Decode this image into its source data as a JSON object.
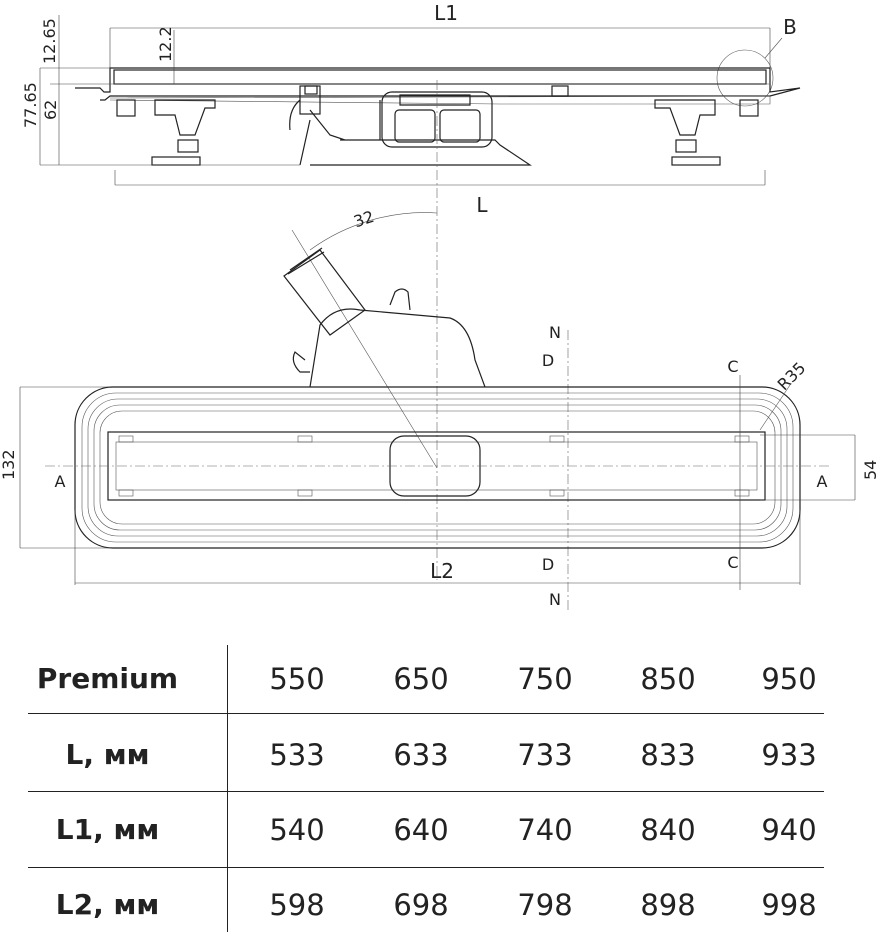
{
  "drawing": {
    "side_view": {
      "label_L1": "L1",
      "label_L": "L",
      "label_B": "B",
      "dim_12_65": "12.65",
      "dim_12_2": "12.2",
      "dim_77_65": "77.65",
      "dim_62": "62"
    },
    "plan_view": {
      "angle": "32",
      "label_N_top": "N",
      "label_D_top": "D",
      "label_C_top": "C",
      "radius": "R35",
      "dim_132": "132",
      "dim_54": "54",
      "label_A_left": "A",
      "label_A_right": "A",
      "label_L2": "L2",
      "label_D_bottom": "D",
      "label_C_bottom": "C",
      "label_N_bottom": "N"
    }
  },
  "table": {
    "rows": [
      {
        "label": "Premium",
        "values": [
          "550",
          "650",
          "750",
          "850",
          "950"
        ]
      },
      {
        "label": "L, мм",
        "values": [
          "533",
          "633",
          "733",
          "833",
          "933"
        ]
      },
      {
        "label": "L1, мм",
        "values": [
          "540",
          "640",
          "740",
          "840",
          "940"
        ]
      },
      {
        "label": "L2, мм",
        "values": [
          "598",
          "698",
          "798",
          "898",
          "998"
        ]
      }
    ]
  }
}
